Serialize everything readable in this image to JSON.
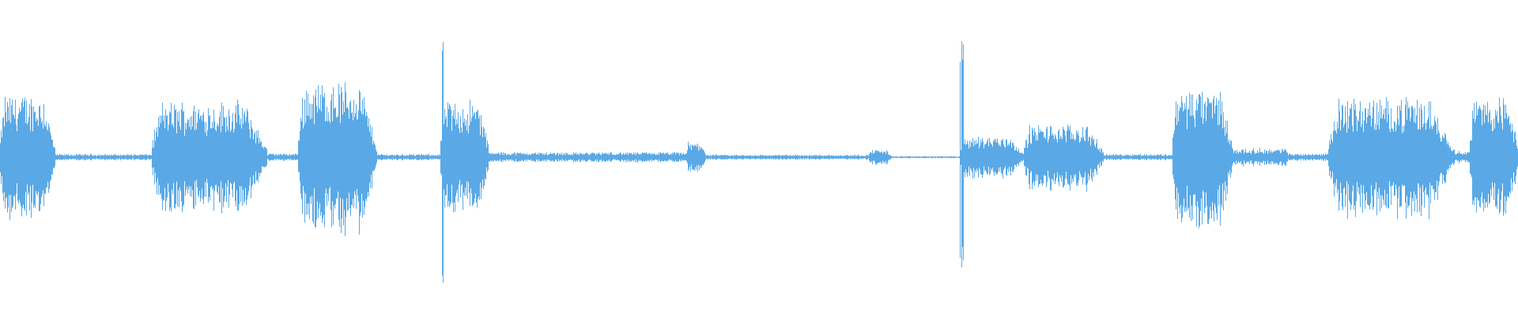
{
  "waveform": {
    "color": "#5aa9e6",
    "background": "#ffffff",
    "segments": [
      {
        "from": 0.0,
        "to": 0.036,
        "amp": 0.5,
        "kind": "burst"
      },
      {
        "from": 0.036,
        "to": 0.1,
        "amp": 0.025,
        "kind": "floor"
      },
      {
        "from": 0.1,
        "to": 0.176,
        "amp": 0.44,
        "kind": "burst"
      },
      {
        "from": 0.176,
        "to": 0.196,
        "amp": 0.03,
        "kind": "floor"
      },
      {
        "from": 0.196,
        "to": 0.248,
        "amp": 0.6,
        "kind": "burst"
      },
      {
        "from": 0.248,
        "to": 0.29,
        "amp": 0.025,
        "kind": "floor"
      },
      {
        "from": 0.29,
        "to": 0.322,
        "amp": 0.45,
        "kind": "burst",
        "spike": 0.96
      },
      {
        "from": 0.322,
        "to": 0.452,
        "amp": 0.04,
        "kind": "floor"
      },
      {
        "from": 0.452,
        "to": 0.465,
        "amp": 0.12,
        "kind": "burst"
      },
      {
        "from": 0.465,
        "to": 0.572,
        "amp": 0.02,
        "kind": "floor"
      },
      {
        "from": 0.572,
        "to": 0.587,
        "amp": 0.06,
        "kind": "burst"
      },
      {
        "from": 0.587,
        "to": 0.632,
        "amp": 0.008,
        "kind": "floor"
      },
      {
        "from": 0.632,
        "to": 0.674,
        "amp": 0.17,
        "kind": "burst",
        "spike": 1.0
      },
      {
        "from": 0.674,
        "to": 0.727,
        "amp": 0.26,
        "kind": "burst"
      },
      {
        "from": 0.727,
        "to": 0.772,
        "amp": 0.025,
        "kind": "floor"
      },
      {
        "from": 0.772,
        "to": 0.812,
        "amp": 0.55,
        "kind": "burst"
      },
      {
        "from": 0.812,
        "to": 0.848,
        "amp": 0.07,
        "kind": "floor"
      },
      {
        "from": 0.848,
        "to": 0.875,
        "amp": 0.03,
        "kind": "floor"
      },
      {
        "from": 0.875,
        "to": 0.958,
        "amp": 0.47,
        "kind": "burst"
      },
      {
        "from": 0.958,
        "to": 0.968,
        "amp": 0.05,
        "kind": "floor"
      },
      {
        "from": 0.968,
        "to": 1.0,
        "amp": 0.48,
        "kind": "burst"
      }
    ]
  }
}
